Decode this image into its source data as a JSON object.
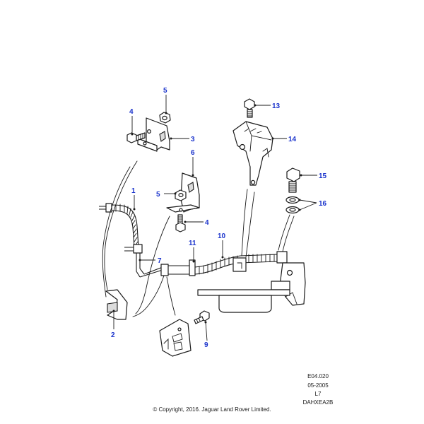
{
  "callouts": {
    "c1": "1",
    "c2": "2",
    "c3": "3",
    "c4a": "4",
    "c4b": "4",
    "c5a": "5",
    "c5b": "5",
    "c6": "6",
    "c7": "7",
    "c9": "9",
    "c10": "10",
    "c11": "11",
    "c13": "13",
    "c14": "14",
    "c15": "15",
    "c16": "16"
  },
  "meta": {
    "ref_code": "E04.020",
    "date": "05-2005",
    "model": "L7",
    "drawing_id": "DAHXEA2B",
    "copyright": "© Copyright, 2016. Jaguar Land Rover Limited."
  },
  "colors": {
    "callout": "#1a33cc",
    "line": "#1a1a1a"
  }
}
